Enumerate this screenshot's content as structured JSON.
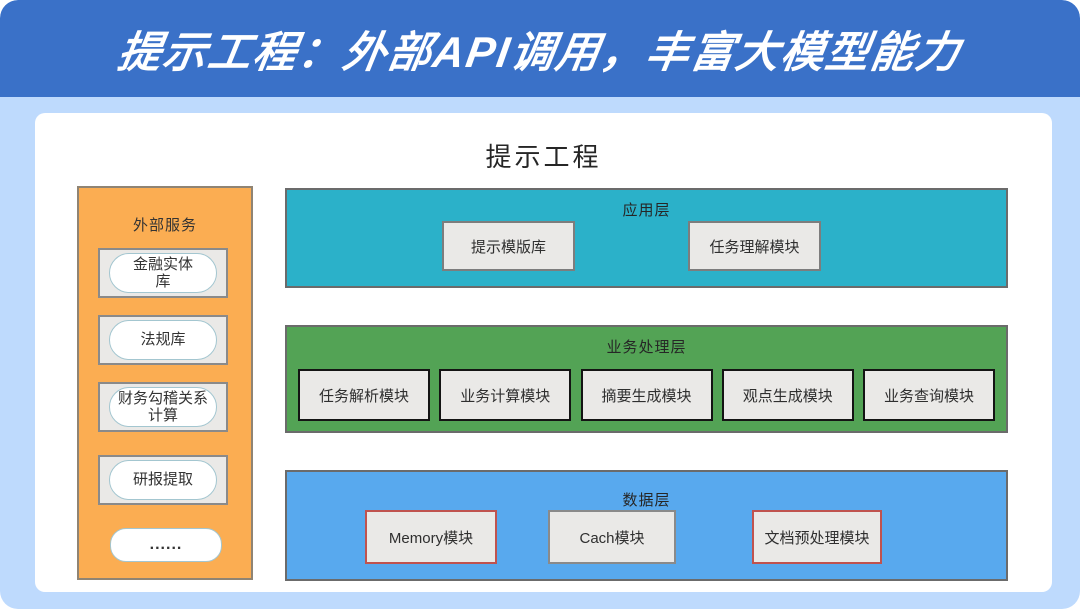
{
  "header": {
    "title": "提示工程：外部API调用，丰富大模型能力"
  },
  "diagram": {
    "title": "提示工程",
    "sidebar": {
      "title": "外部服务",
      "items": [
        "金融实体\n库",
        "法规库",
        "财务勾稽关系\n计算",
        "研报提取"
      ],
      "more": "......"
    },
    "layers": [
      {
        "name": "应用层",
        "modules": [
          "提示模版库",
          "任务理解模块"
        ]
      },
      {
        "name": "业务处理层",
        "modules": [
          "任务解析模块",
          "业务计算模块",
          "摘要生成模块",
          "观点生成模块",
          "业务查询模块"
        ]
      },
      {
        "name": "数据层",
        "modules": [
          "Memory模块",
          "Cach模块",
          "文档预处理模块"
        ]
      }
    ]
  },
  "colors": {
    "header_bg": "#3a71c8",
    "header_text": "#ffffff",
    "page_bg": "#bedafd",
    "panel_bg": "#ffffff",
    "sidebar_bg": "#fbad52",
    "app_layer_bg": "#2bb1c9",
    "business_layer_bg": "#53a355",
    "data_layer_bg": "#58a9ee",
    "module_bg": "#eae9e7",
    "highlight_border": "#c0534f"
  }
}
